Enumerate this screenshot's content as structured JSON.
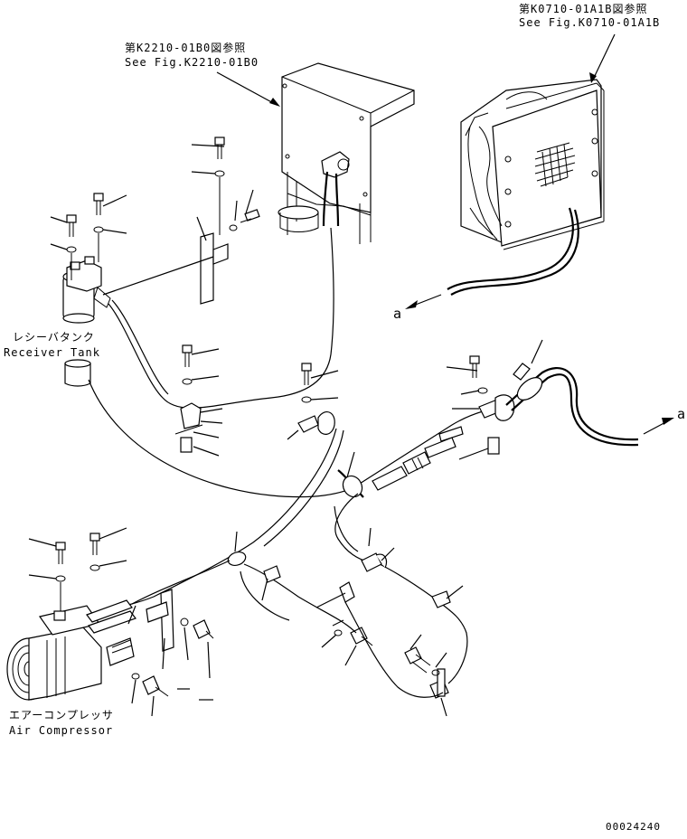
{
  "refs": {
    "k0710_jp": "第K0710-01A1B図参照",
    "k0710_en": "See Fig.K0710-01A1B",
    "k2210_jp": "第K2210-01B0図参照",
    "k2210_en": "See Fig.K2210-01B0"
  },
  "parts": {
    "receiver_tank_jp": "レシーバタンク",
    "receiver_tank_en": "Receiver Tank",
    "air_compressor_jp": "エアーコンプレッサ",
    "air_compressor_en": "Air Compressor"
  },
  "connector_mark_left": "a",
  "connector_mark_right": "a",
  "drawing_number": "00024240"
}
